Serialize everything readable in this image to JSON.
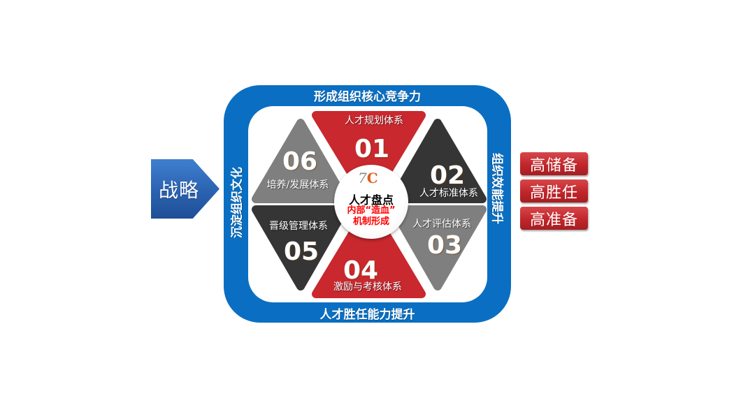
{
  "strategy": {
    "label": "战略",
    "color": "#2f6bbd"
  },
  "frame": {
    "color": "#0a6fc2",
    "top": "形成组织核心竞争力",
    "bottom": "人才胜任能力提升",
    "left": "沉淀组织文化",
    "right": "组织效能提升"
  },
  "segments": [
    {
      "number": "01",
      "label": "人才规划体系",
      "color": "#c8282e"
    },
    {
      "number": "02",
      "label": "人才标准体系",
      "color": "#353535"
    },
    {
      "number": "03",
      "label": "人才评估体系",
      "color": "#7f7f7f"
    },
    {
      "number": "04",
      "label": "激励与考核体系",
      "color": "#c8282e"
    },
    {
      "number": "05",
      "label": "晋级管理体系",
      "color": "#353535"
    },
    {
      "number": "06",
      "label": "培养/发展体系",
      "color": "#7f7f7f"
    }
  ],
  "center": {
    "logo_seven": "7",
    "logo_c": "C",
    "title": "人才盘点",
    "subtitle_line1": "内部“造血”",
    "subtitle_line2": "机制形成"
  },
  "outcomes": [
    {
      "label": "高储备"
    },
    {
      "label": "高胜任"
    },
    {
      "label": "高准备"
    }
  ]
}
